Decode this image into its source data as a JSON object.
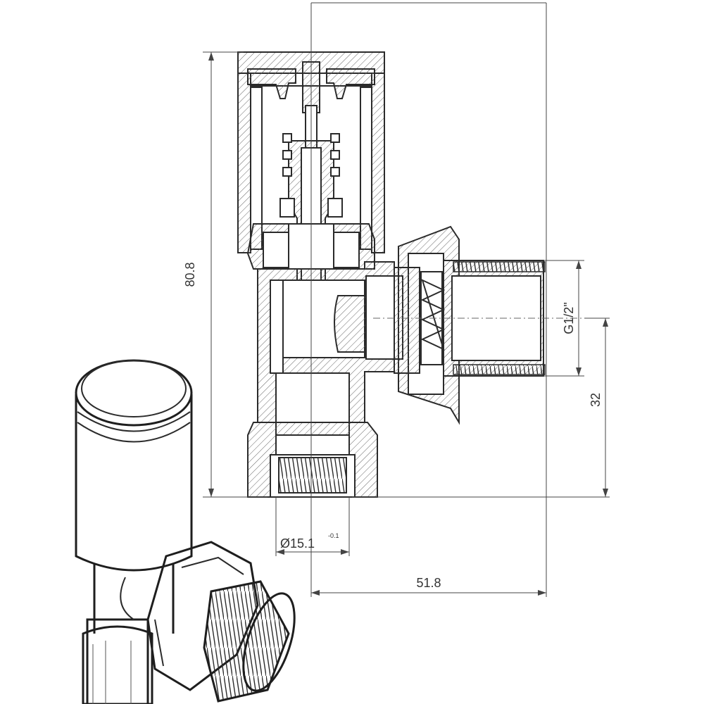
{
  "dimensions": {
    "height_overall": "80.8",
    "thread": "G1/2\"",
    "outlet_height": "32",
    "inlet_diameter": "Ø15.1",
    "inlet_tolerance": "-0.1",
    "width_overall": "51.8"
  }
}
